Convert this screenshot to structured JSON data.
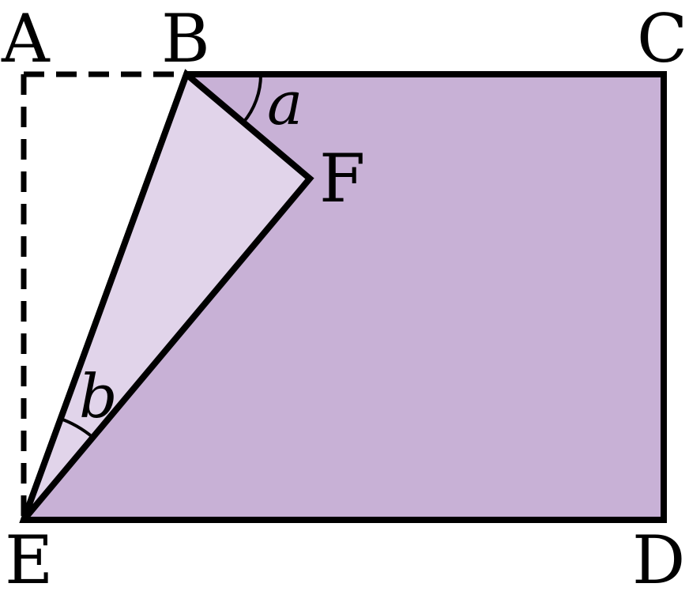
{
  "diagram": {
    "vertices": {
      "A": "A",
      "B": "B",
      "C": "C",
      "D": "D",
      "E": "E",
      "F": "F"
    },
    "angles": {
      "a": "a",
      "b": "b"
    },
    "colors": {
      "main_fill": "#c8b1d6",
      "fold_fill": "#e1d4ea",
      "stroke": "#000000",
      "background": "#ffffff"
    }
  }
}
